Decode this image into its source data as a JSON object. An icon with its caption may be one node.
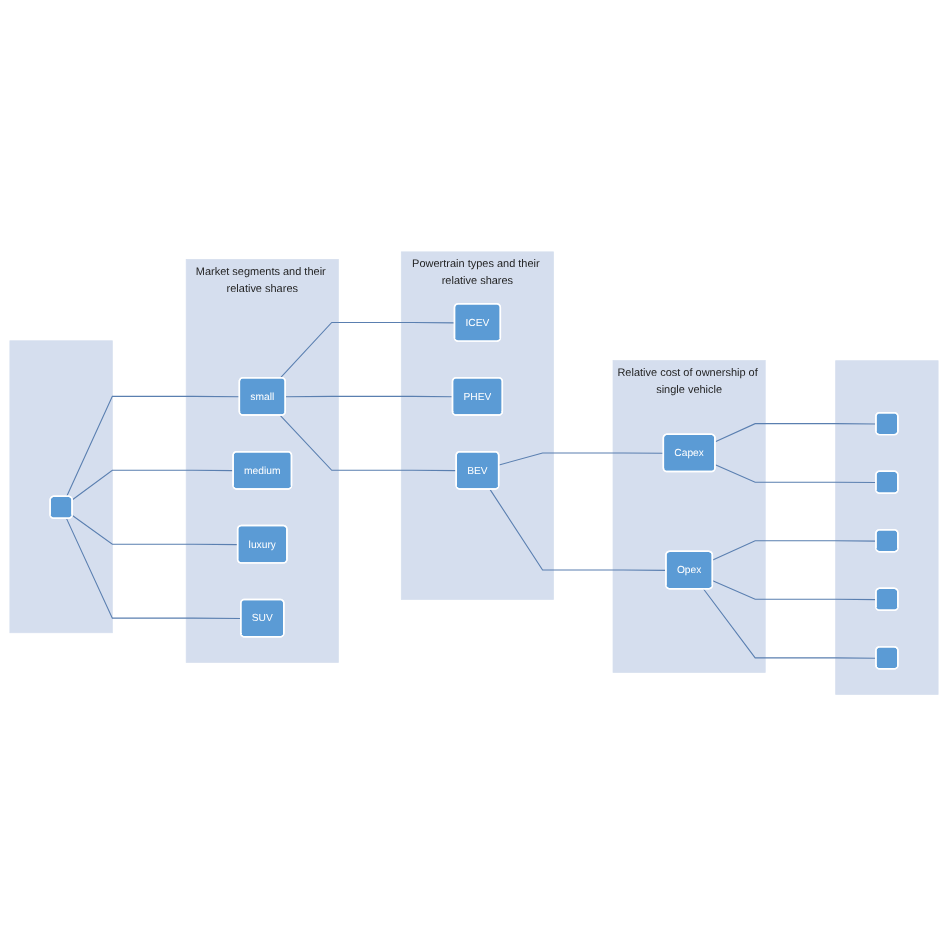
{
  "diagram": {
    "nodes": [
      {
        "text": [],
        "shape": "box"
      },
      {
        "text": [],
        "shape": "box",
        "in": 0
      },
      {
        "text": [
          "Market segments and their relative shares"
        ]
      },
      {
        "text": [
          "small"
        ],
        "in": 2
      },
      {
        "text": [
          "medium"
        ],
        "in": 2
      },
      {
        "text": [
          "luxury"
        ],
        "in": 2
      },
      {
        "text": [
          "SUV"
        ],
        "in": 2
      },
      {
        "text": [
          "Powertrain types and their relative shares"
        ]
      },
      {
        "text": [
          "ICEV"
        ],
        "in": 7
      },
      {
        "text": [
          "PHEV"
        ],
        "in": 7
      },
      {
        "text": [
          "BEV"
        ],
        "in": 7
      },
      {
        "text": [
          "Relative cost of ownership of single vehicle"
        ]
      },
      {
        "text": [
          "Capex"
        ],
        "in": 11
      },
      {
        "text": [
          "Opex"
        ],
        "in": 11
      },
      {
        "text": [],
        "shape": "box"
      },
      {
        "text": [],
        "shape": "box",
        "in": 14
      },
      {
        "text": [],
        "shape": "box",
        "in": 14
      },
      {
        "text": [],
        "shape": "box",
        "in": 14
      },
      {
        "text": [],
        "shape": "box",
        "in": 14
      },
      {
        "text": [],
        "shape": "box",
        "in": 14
      }
    ],
    "edges": [
      {
        "from": 1,
        "to": 3,
        "arrow": "none"
      },
      {
        "from": 1,
        "to": 4,
        "arrow": "none"
      },
      {
        "from": 1,
        "to": 5,
        "arrow": "none"
      },
      {
        "from": 1,
        "to": 6,
        "arrow": "none"
      },
      {
        "from": 3,
        "to": 8,
        "arrow": "none"
      },
      {
        "from": 3,
        "to": 9,
        "arrow": "none"
      },
      {
        "from": 3,
        "to": 10,
        "arrow": "none"
      },
      {
        "from": 10,
        "to": 12,
        "arrow": "none"
      },
      {
        "from": 10,
        "to": 13,
        "arrow": "none"
      },
      {
        "from": 12,
        "to": 15,
        "arrow": "none"
      },
      {
        "from": 12,
        "to": 16,
        "arrow": "none"
      },
      {
        "from": 13,
        "to": 17,
        "arrow": "none"
      },
      {
        "from": 13,
        "to": 18,
        "arrow": "none"
      },
      {
        "from": 13,
        "to": 19,
        "arrow": "none"
      }
    ]
  }
}
